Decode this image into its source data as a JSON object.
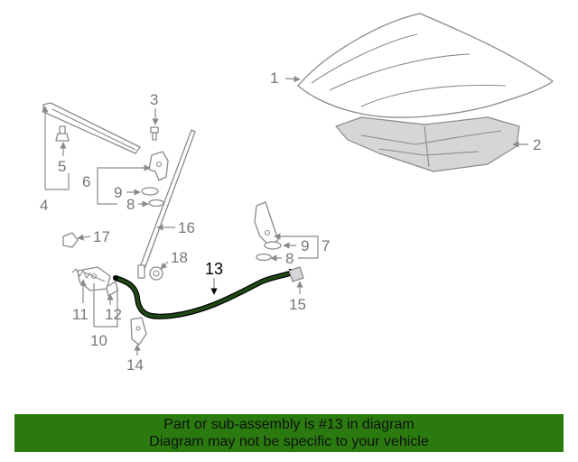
{
  "diagram": {
    "callouts": {
      "c1": "1",
      "c2": "2",
      "c3": "3",
      "c4": "4",
      "c5": "5",
      "c6": "6",
      "c7": "7",
      "c8a": "8",
      "c8b": "8",
      "c9a": "9",
      "c9b": "9",
      "c10": "10",
      "c11": "11",
      "c12": "12",
      "c13": "13",
      "c14": "14",
      "c15": "15",
      "c16": "16",
      "c17": "17",
      "c18": "18"
    },
    "highlight_color": "#1f4a12"
  },
  "banner": {
    "line1": "Part or sub-assembly is #13 in diagram",
    "line2": "Diagram may not be specific to your vehicle",
    "background": "#2a7a10"
  }
}
